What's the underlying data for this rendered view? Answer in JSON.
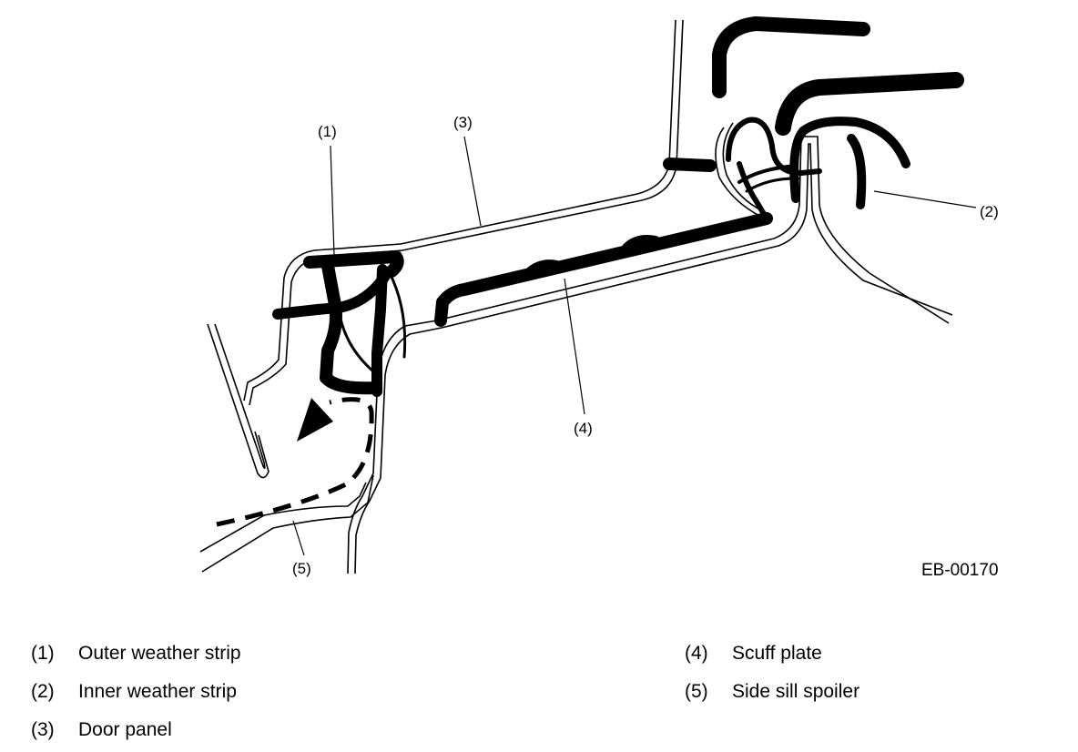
{
  "callouts": {
    "c1": "(1)",
    "c2": "(2)",
    "c3": "(3)",
    "c4": "(4)",
    "c5": "(5)"
  },
  "figure_code": "EB-00170",
  "legend": [
    {
      "num": "(1)",
      "text": "Outer weather strip"
    },
    {
      "num": "(2)",
      "text": "Inner weather strip"
    },
    {
      "num": "(3)",
      "text": "Door panel"
    },
    {
      "num": "(4)",
      "text": "Scuff plate"
    },
    {
      "num": "(5)",
      "text": "Side sill spoiler"
    }
  ],
  "colors": {
    "ink": "#000000",
    "background": "#ffffff"
  }
}
